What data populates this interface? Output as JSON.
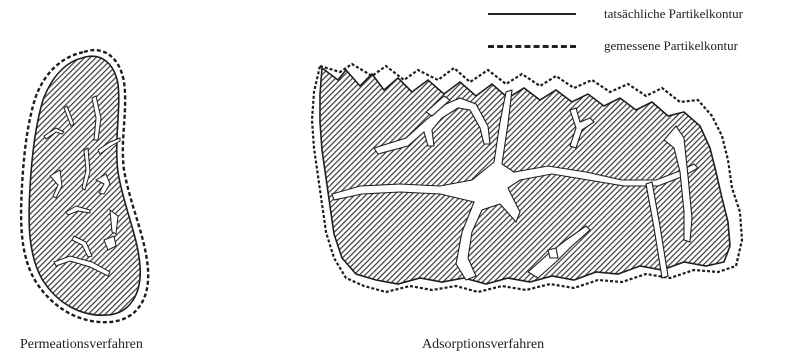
{
  "legend": {
    "actual_contour": "tatsächliche Partikelkontur",
    "measured_contour": "gemessene Partikelkontur"
  },
  "captions": {
    "left": "Permeationsverfahren",
    "right": "Adsorptionsverfahren"
  },
  "colors": {
    "hatch": "#3a3a3a",
    "outline": "#1e1e1e",
    "pores": "#ffffff"
  }
}
